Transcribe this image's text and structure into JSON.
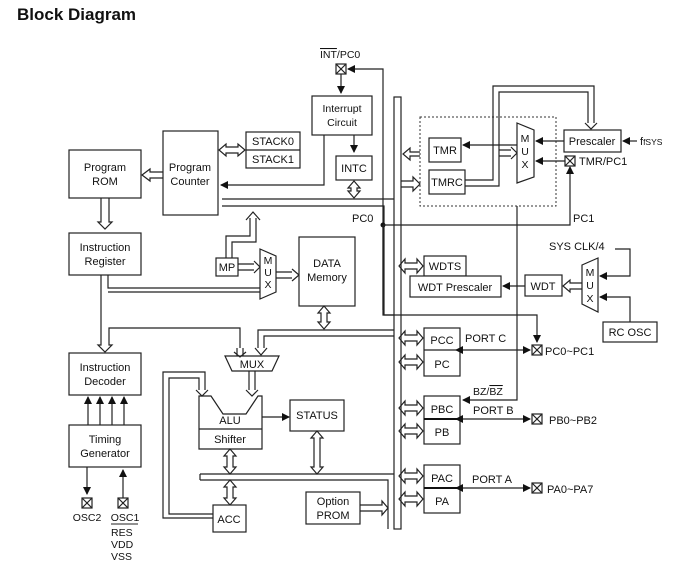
{
  "title": "Block Diagram",
  "blocks": {
    "program_rom": [
      "Program",
      "ROM"
    ],
    "program_counter": [
      "Program",
      "Counter"
    ],
    "stack0": "STACK0",
    "stack1": "STACK1",
    "interrupt_circuit": [
      "Interrupt",
      "Circuit"
    ],
    "intc": "INTC",
    "instruction_register": [
      "Instruction",
      "Register"
    ],
    "mp": "MP",
    "mux_label": [
      "M",
      "U",
      "X"
    ],
    "data_memory": [
      "DATA",
      "Memory"
    ],
    "instruction_decoder": [
      "Instruction",
      "Decoder"
    ],
    "timing_generator": [
      "Timing",
      "Generator"
    ],
    "alu_mux": "MUX",
    "alu": "ALU",
    "shifter": "Shifter",
    "status": "STATUS",
    "acc": "ACC",
    "option_prom": [
      "Option",
      "PROM"
    ],
    "tmr": "TMR",
    "tmrc": "TMRC",
    "prescaler": "Prescaler",
    "wdts": "WDTS",
    "wdt_prescaler": "WDT Prescaler",
    "wdt": "WDT",
    "rc_osc": "RC OSC",
    "pcc": "PCC",
    "pc": "PC",
    "pbc": "PBC",
    "pb": "PB",
    "pac": "PAC",
    "pa": "PA"
  },
  "labels": {
    "int_pc0_bar": "INT",
    "int_pc0_rest": "/PC0",
    "pc0": "PC0",
    "pc1": "PC1",
    "fsys": "fSYS",
    "tmr_pc1": "TMR/PC1",
    "sys_clk4": "SYS CLK/4",
    "port_c": "PORT C",
    "pc0_pc1": "PC0~PC1",
    "bz": "BZ/",
    "bz_bar": "BZ",
    "port_b": "PORT B",
    "pb0_pb2": "PB0~PB2",
    "port_a": "PORT A",
    "pa0_pa7": "PA0~PA7",
    "osc2": "OSC2",
    "osc1": "OSC1",
    "res": "RES",
    "vdd": "VDD",
    "vss": "VSS"
  }
}
